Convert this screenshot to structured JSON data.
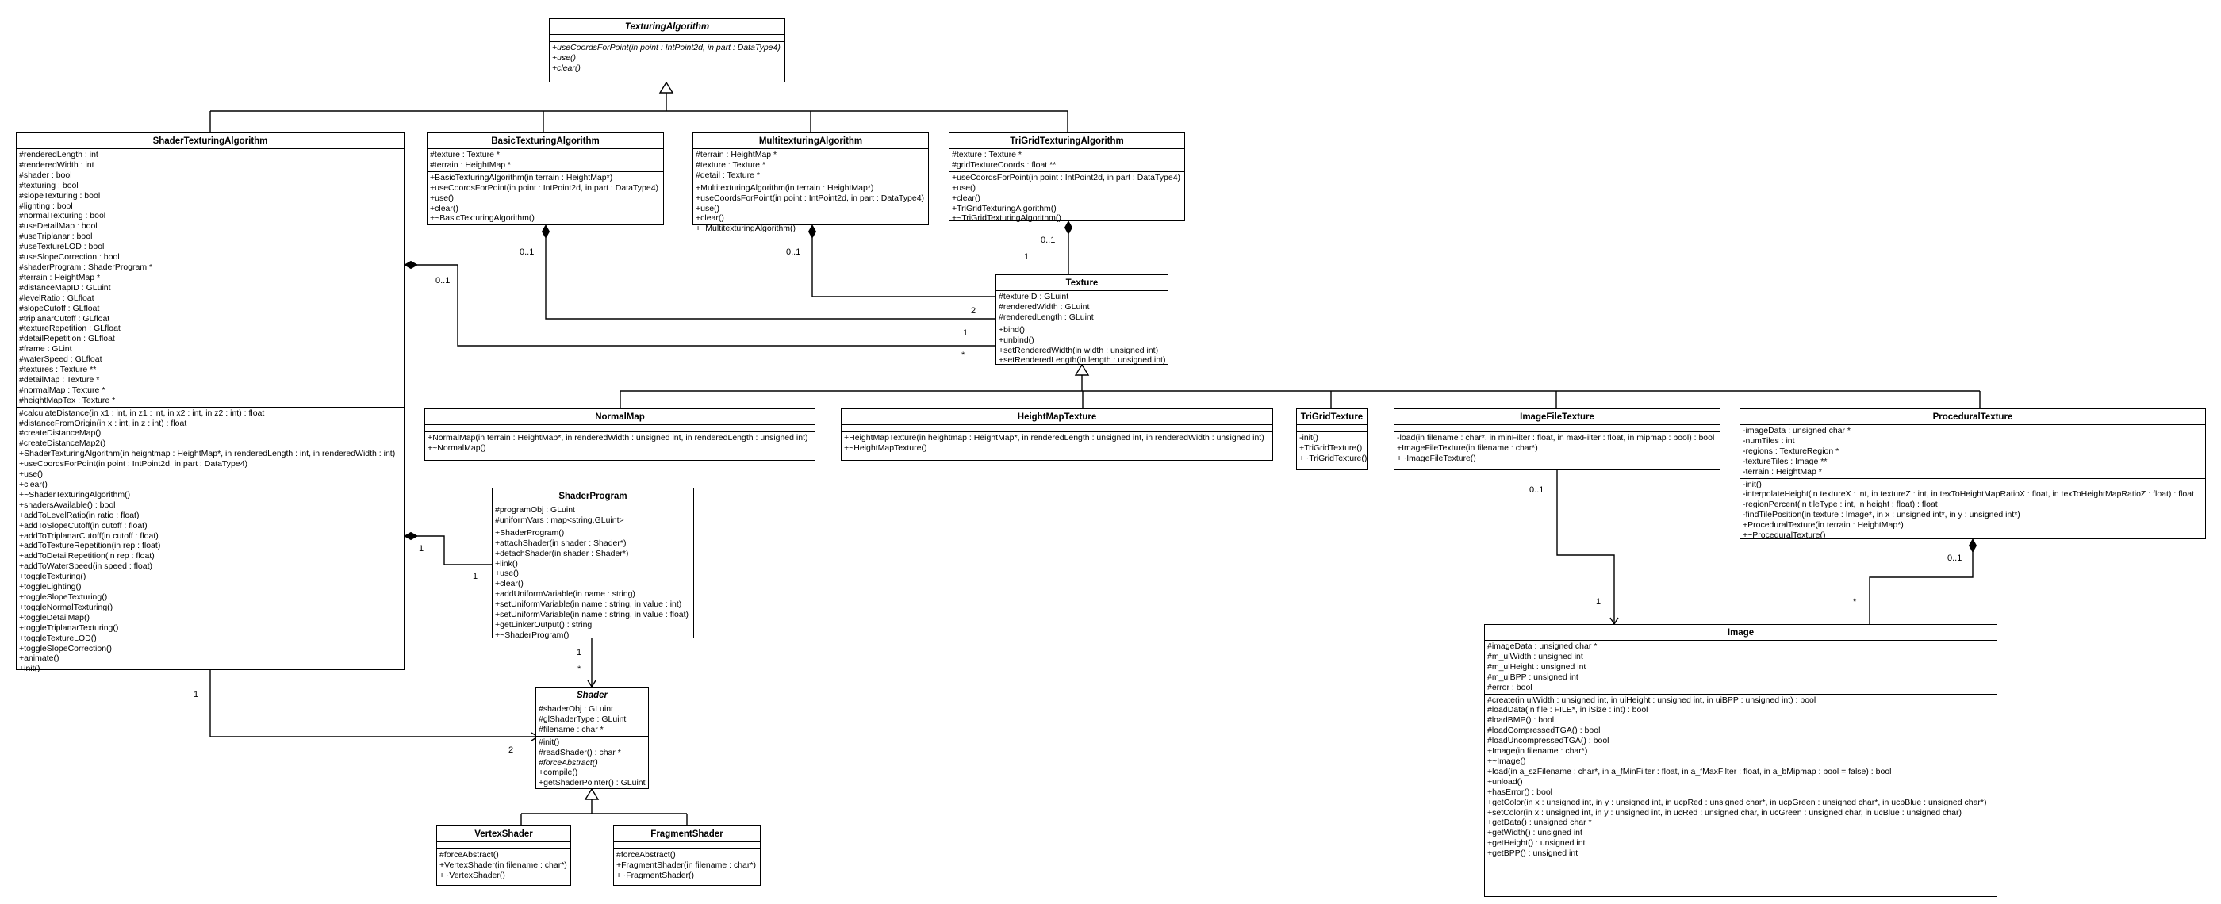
{
  "classes": [
    {
      "id": "TexturingAlgorithm",
      "name": "TexturingAlgorithm",
      "abstract": true,
      "attrs": [],
      "ops": [
        "+useCoordsForPoint(in point : IntPoint2d, in part : DataType4)",
        "+use()",
        "+clear()"
      ],
      "italicOps": true
    },
    {
      "id": "ShaderTexturingAlgorithm",
      "name": "ShaderTexturingAlgorithm",
      "attrs": [
        "#renderedLength : int",
        "#renderedWidth : int",
        "#shader : bool",
        "#texturing : bool",
        "#slopeTexturing : bool",
        "#lighting : bool",
        "#normalTexturing : bool",
        "#useDetailMap : bool",
        "#useTriplanar : bool",
        "#useTextureLOD : bool",
        "#useSlopeCorrection : bool",
        "#shaderProgram : ShaderProgram *",
        "#terrain : HeightMap *",
        "#distanceMapID : GLuint",
        "#levelRatio : GLfloat",
        "#slopeCutoff : GLfloat",
        "#triplanarCutoff : GLfloat",
        "#textureRepetition : GLfloat",
        "#detailRepetition : GLfloat",
        "#frame : GLint",
        "#waterSpeed : GLfloat",
        "#textures : Texture **",
        "#detailMap : Texture *",
        "#normalMap : Texture *",
        "#heightMapTex : Texture *"
      ],
      "ops": [
        "#calculateDistance(in x1 : int, in z1 : int, in x2 : int, in z2 : int) : float",
        "#distanceFromOrigin(in x : int, in z : int) : float",
        "#createDistanceMap()",
        "#createDistanceMap2()",
        "+ShaderTexturingAlgorithm(in heightmap : HeightMap*, in renderedLength : int, in renderedWidth : int)",
        "+useCoordsForPoint(in point : IntPoint2d, in part : DataType4)",
        "+use()",
        "+clear()",
        "+~ShaderTexturingAlgorithm()",
        "+shadersAvailable() : bool",
        "+addToLevelRatio(in ratio : float)",
        "+addToSlopeCutoff(in cutoff : float)",
        "+addToTriplanarCutoff(in cutoff : float)",
        "+addToTextureRepetition(in rep : float)",
        "+addToDetailRepetition(in rep : float)",
        "+addToWaterSpeed(in speed : float)",
        "+toggleTexturing()",
        "+toggleLighting()",
        "+toggleSlopeTexturing()",
        "+toggleNormalTexturing()",
        "+toggleDetailMap()",
        "+toggleTriplanarTexturing()",
        "+toggleTextureLOD()",
        "+toggleSlopeCorrection()",
        "+animate()",
        "+init()"
      ]
    },
    {
      "id": "BasicTexturingAlgorithm",
      "name": "BasicTexturingAlgorithm",
      "attrs": [
        "#texture : Texture *",
        "#terrain : HeightMap *"
      ],
      "ops": [
        "+BasicTexturingAlgorithm(in terrain : HeightMap*)",
        "+useCoordsForPoint(in point : IntPoint2d, in part : DataType4)",
        "+use()",
        "+clear()",
        "+~BasicTexturingAlgorithm()"
      ]
    },
    {
      "id": "MultitexturingAlgorithm",
      "name": "MultitexturingAlgorithm",
      "attrs": [
        "#terrain : HeightMap *",
        "#texture : Texture *",
        "#detail : Texture *"
      ],
      "ops": [
        "+MultitexturingAlgorithm(in terrain : HeightMap*)",
        "+useCoordsForPoint(in point : IntPoint2d, in part : DataType4)",
        "+use()",
        "+clear()",
        "+~MultitexturingAlgorithm()"
      ]
    },
    {
      "id": "TriGridTexturingAlgorithm",
      "name": "TriGridTexturingAlgorithm",
      "attrs": [
        "#texture : Texture *",
        "#gridTextureCoords : float **"
      ],
      "ops": [
        "+useCoordsForPoint(in point : IntPoint2d, in part : DataType4)",
        "+use()",
        "+clear()",
        "+TriGridTexturingAlgorithm()",
        "+~TriGridTexturingAlgorithm()"
      ]
    },
    {
      "id": "Texture",
      "name": "Texture",
      "attrs": [
        "#textureID : GLuint",
        "#renderedWidth : GLuint",
        "#renderedLength : GLuint"
      ],
      "ops": [
        "+bind()",
        "+unbind()",
        "+setRenderedWidth(in width : unsigned int)",
        "+setRenderedLength(in length : unsigned int)"
      ]
    },
    {
      "id": "NormalMap",
      "name": "NormalMap",
      "attrs": [],
      "ops": [
        "+NormalMap(in terrain : HeightMap*, in renderedWidth : unsigned int, in renderedLength : unsigned int)",
        "+~NormalMap()"
      ]
    },
    {
      "id": "HeightMapTexture",
      "name": "HeightMapTexture",
      "attrs": [],
      "ops": [
        "+HeightMapTexture(in heightmap : HeightMap*, in renderedLength : unsigned int, in renderedWidth : unsigned int)",
        "+~HeightMapTexture()"
      ]
    },
    {
      "id": "TriGridTexture",
      "name": "TriGridTexture",
      "attrs": [],
      "ops": [
        "-init()",
        "+TriGridTexture()",
        "+~TriGridTexture()"
      ]
    },
    {
      "id": "ImageFileTexture",
      "name": "ImageFileTexture",
      "attrs": [],
      "ops": [
        "-load(in filename : char*, in minFilter : float, in maxFilter : float, in mipmap : bool) : bool",
        "+ImageFileTexture(in filename : char*)",
        "+~ImageFileTexture()"
      ]
    },
    {
      "id": "ProceduralTexture",
      "name": "ProceduralTexture",
      "attrs": [
        "-imageData : unsigned char *",
        "-numTiles : int",
        "-regions : TextureRegion *",
        "-textureTiles : Image **",
        "-terrain : HeightMap *"
      ],
      "ops": [
        "-init()",
        "-interpolateHeight(in textureX : int, in textureZ : int, in texToHeightMapRatioX : float, in texToHeightMapRatioZ : float) : float",
        "-regionPercent(in tileType : int, in height : float) : float",
        "-findTilePosition(in texture : Image*, in x : unsigned int*, in y : unsigned int*)",
        "+ProceduralTexture(in terrain : HeightMap*)",
        "+~ProceduralTexture()"
      ]
    },
    {
      "id": "ShaderProgram",
      "name": "ShaderProgram",
      "attrs": [
        "#programObj : GLuint",
        "#uniformVars : map<string,GLuint>"
      ],
      "ops": [
        "+ShaderProgram()",
        "+attachShader(in shader : Shader*)",
        "+detachShader(in shader : Shader*)",
        "+link()",
        "+use()",
        "+clear()",
        "+addUniformVariable(in name : string)",
        "+setUniformVariable(in name : string, in value : int)",
        "+setUniformVariable(in name : string, in value : float)",
        "+getLinkerOutput() : string",
        "+~ShaderProgram()"
      ]
    },
    {
      "id": "Shader",
      "name": "Shader",
      "abstract": true,
      "attrs": [
        "#shaderObj : GLuint",
        "#glShaderType : GLuint",
        "#filename : char *"
      ],
      "ops": [
        "#init()",
        "#readShader() : char *",
        "#forceAbstract()",
        "+compile()",
        "+getShaderPointer() : GLuint"
      ],
      "italicOpIndex": [
        2
      ]
    },
    {
      "id": "VertexShader",
      "name": "VertexShader",
      "attrs": [],
      "ops": [
        "#forceAbstract()",
        "+VertexShader(in filename : char*)",
        "+~VertexShader()"
      ]
    },
    {
      "id": "FragmentShader",
      "name": "FragmentShader",
      "attrs": [],
      "ops": [
        "#forceAbstract()",
        "+FragmentShader(in filename : char*)",
        "+~FragmentShader()"
      ]
    },
    {
      "id": "Image",
      "name": "Image",
      "attrs": [
        "#imageData : unsigned char *",
        "#m_uiWidth : unsigned int",
        "#m_uiHeight : unsigned int",
        "#m_uiBPP : unsigned int",
        "#error : bool"
      ],
      "ops": [
        "#create(in uiWidth : unsigned int, in uiHeight : unsigned int, in uiBPP : unsigned int) : bool",
        "#loadData(in file : FILE*, in iSize : int) : bool",
        "#loadBMP() : bool",
        "#loadCompressedTGA() : bool",
        "#loadUncompressedTGA() : bool",
        "+Image(in filename : char*)",
        "+~Image()",
        "+load(in a_szFilename : char*, in a_fMinFilter : float, in a_fMaxFilter : float, in a_bMipmap : bool = false) : bool",
        "+unload()",
        "+hasError() : bool",
        "+getColor(in x : unsigned int, in y : unsigned int, in ucpRed : unsigned char*, in ucpGreen : unsigned char*, in ucpBlue : unsigned char*)",
        "+setColor(in x : unsigned int, in y : unsigned int, in ucRed : unsigned char, in ucGreen : unsigned char, in ucBlue : unsigned char)",
        "+getData() : unsigned char *",
        "+getWidth() : unsigned int",
        "+getHeight() : unsigned int",
        "+getBPP() : unsigned int"
      ]
    }
  ],
  "multiplicities": {
    "sta_tex": "0..1",
    "basic_tex": "0..1",
    "multi_tex": "0..1",
    "trigrid_tex": "0..1",
    "tex_trigrid": "1",
    "tex_multi": "2",
    "tex_basic": "1",
    "tex_sta": "*",
    "sta_sp": "1",
    "sp_sta": "1",
    "sp_shader": "1",
    "shader_sp": "*",
    "sta_shader": "1",
    "shader_sta": "2",
    "ift_image": "0..1",
    "image_ift": "1",
    "pt_image": "0..1",
    "image_pt": "*"
  }
}
